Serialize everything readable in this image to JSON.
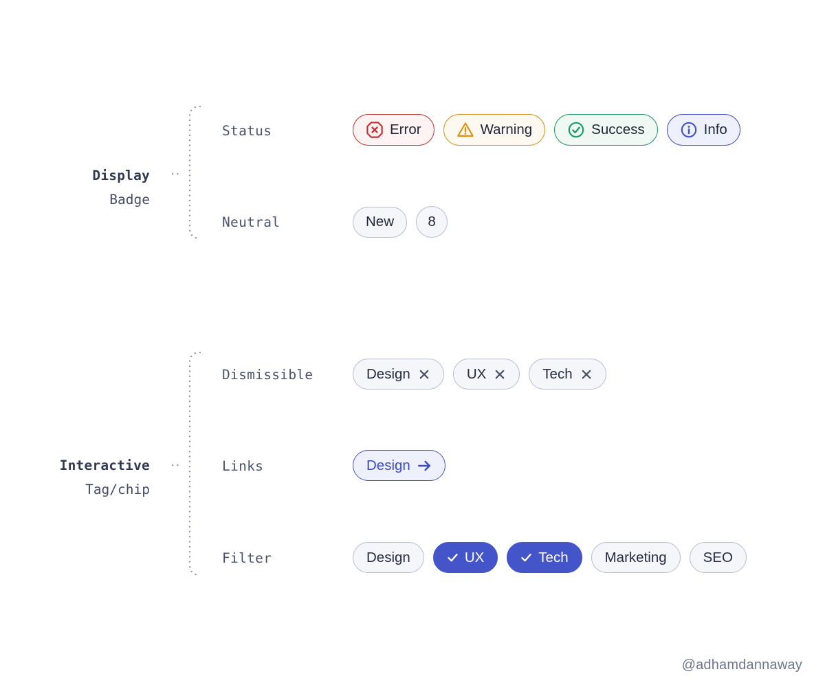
{
  "attribution": "@adhamdannaway",
  "colors": {
    "background": "#ffffff",
    "badge_text": "#1f2638",
    "annotation_label": "#4a536d",
    "annotation_dots": "#8a92ab",
    "error_border": "#c23a38",
    "error_bg": "#fdf3f2",
    "error_icon": "#c5312f",
    "warning_border": "#d8921d",
    "warning_bg": "#fdf8f0",
    "warning_icon": "#de920e",
    "success_border": "#23996b",
    "success_bg": "#f0f8f3",
    "success_icon": "#189e69",
    "info_border": "#4454ca",
    "info_bg": "#eef0fc",
    "info_icon": "#4454ca",
    "neutral_border": "#b9bfd2",
    "neutral_bg": "#f5f6fa",
    "link_text": "#3c4bcb",
    "selected_bg": "#4355c9",
    "selected_text": "#ffffff"
  },
  "icons": {
    "error": "octagon-x-icon",
    "warning": "triangle-exclamation-icon",
    "success": "circle-check-icon",
    "info": "circle-i-icon",
    "dismiss": "x-close-icon",
    "link": "arrow-right-icon",
    "filter_selected": "check-icon"
  },
  "display_badge": {
    "group_title": "Display",
    "group_subtitle": "Badge",
    "rows": {
      "status": {
        "label": "Status",
        "badges": [
          {
            "label": "Error",
            "variant": "error"
          },
          {
            "label": "Warning",
            "variant": "warning"
          },
          {
            "label": "Success",
            "variant": "success"
          },
          {
            "label": "Info",
            "variant": "info"
          }
        ]
      },
      "neutral": {
        "label": "Neutral",
        "badges": [
          {
            "label": "New",
            "variant": "neutral-pill"
          },
          {
            "label": "8",
            "variant": "neutral-circle"
          }
        ]
      }
    }
  },
  "interactive_tag": {
    "group_title": "Interactive",
    "group_subtitle": "Tag/chip",
    "rows": {
      "dismissible": {
        "label": "Dismissible",
        "tags": [
          {
            "label": "Design"
          },
          {
            "label": "UX"
          },
          {
            "label": "Tech"
          }
        ]
      },
      "links": {
        "label": "Links",
        "tags": [
          {
            "label": "Design"
          }
        ]
      },
      "filter": {
        "label": "Filter",
        "tags": [
          {
            "label": "Design",
            "selected": false
          },
          {
            "label": "UX",
            "selected": true
          },
          {
            "label": "Tech",
            "selected": true
          },
          {
            "label": "Marketing",
            "selected": false
          },
          {
            "label": "SEO",
            "selected": false
          }
        ]
      }
    }
  }
}
